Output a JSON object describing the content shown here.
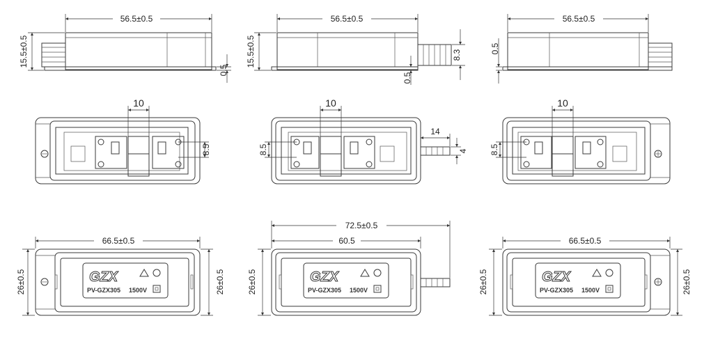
{
  "row1": {
    "left": {
      "width": "56.5±0.5",
      "height": "15.5±0.5",
      "base": "0.5"
    },
    "middle": {
      "width": "56.5±0.5",
      "height": "15.5±0.5",
      "base": "0.5",
      "cable": "8.3"
    },
    "right": {
      "width": "56.5±0.5",
      "base": "0.5"
    }
  },
  "row2": {
    "left": {
      "pitch": "10",
      "hole": "8.5"
    },
    "middle": {
      "pitch": "10",
      "hole": "8.5",
      "cable_len": "14",
      "cable_dia": "4"
    },
    "right": {
      "pitch": "10",
      "hole": "8.5"
    }
  },
  "row3": {
    "left": {
      "width": "66.5±0.5",
      "height_l": "26±0.5",
      "height_r": "26±0.5"
    },
    "middle": {
      "overall": "72.5±0.5",
      "width": "60.5",
      "height_l": "26±0.5"
    },
    "right": {
      "width": "66.5±0.5",
      "height_l": "26±0.5",
      "height_r": "26±0.5"
    }
  },
  "label": {
    "brand": "GZX",
    "model": "PV-GZX305",
    "voltage": "1500V"
  }
}
